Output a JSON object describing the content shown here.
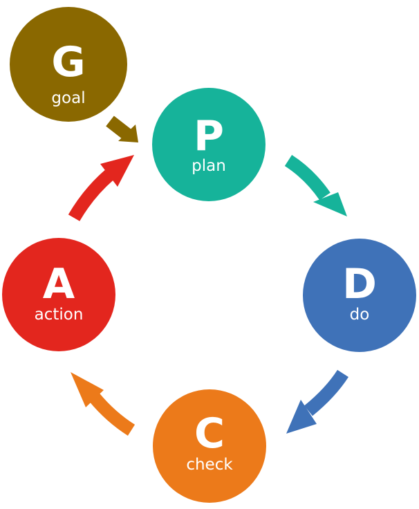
{
  "colors": {
    "goal": "#8a6800",
    "plan": "#16b39a",
    "do": "#3f72b8",
    "check": "#ec7a1a",
    "action": "#e3261e"
  },
  "nodes": {
    "goal": {
      "letter": "G",
      "word": "goal"
    },
    "plan": {
      "letter": "P",
      "word": "plan"
    },
    "do": {
      "letter": "D",
      "word": "do"
    },
    "check": {
      "letter": "C",
      "word": "check"
    },
    "action": {
      "letter": "A",
      "word": "action"
    }
  }
}
